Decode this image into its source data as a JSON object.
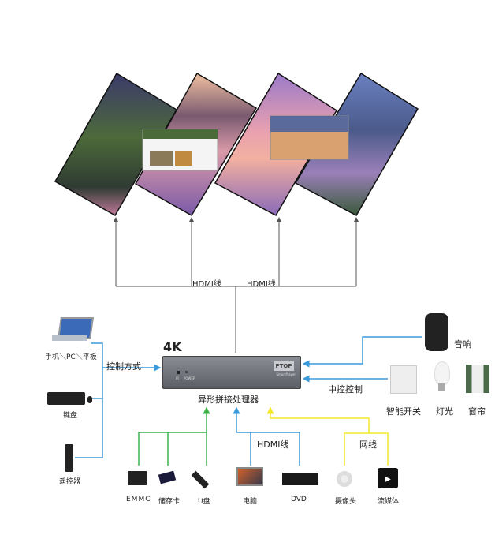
{
  "wall": {
    "cable_label_1": "HDMI线",
    "cable_label_2": "HDMI线"
  },
  "processor": {
    "badge": "4K",
    "name": "异形拼接处理器",
    "logo": "PTOP",
    "logo_sub": "SmartPlayer",
    "led_labels": [
      "IR",
      "POWER"
    ]
  },
  "control": {
    "label": "控制方式",
    "devices": [
      {
        "label": "手机＼PC＼平板",
        "icon": "laptop-tablet-icon"
      },
      {
        "label": "键盘",
        "icon": "keyboard-icon"
      },
      {
        "label": "遥控器",
        "icon": "remote-icon"
      }
    ]
  },
  "central": {
    "label": "中控控制",
    "speaker": "音响",
    "devices": [
      {
        "label": "智能开关",
        "icon": "switch-icon"
      },
      {
        "label": "灯光",
        "icon": "bulb-icon"
      },
      {
        "label": "窗帘",
        "icon": "curtain-icon"
      }
    ]
  },
  "inputs": {
    "hdmi_label": "HDMI线",
    "net_label": "网线",
    "devices": [
      {
        "label": "EMMC"
      },
      {
        "label": "储存卡"
      },
      {
        "label": "U盘"
      },
      {
        "label": "电脑"
      },
      {
        "label": "DVD"
      },
      {
        "label": "摄像头"
      },
      {
        "label": "流媒体"
      }
    ]
  },
  "colors": {
    "blue": "#3a9ad9",
    "green": "#3cb44a",
    "yellow": "#f2ea2a",
    "line": "#555555"
  }
}
